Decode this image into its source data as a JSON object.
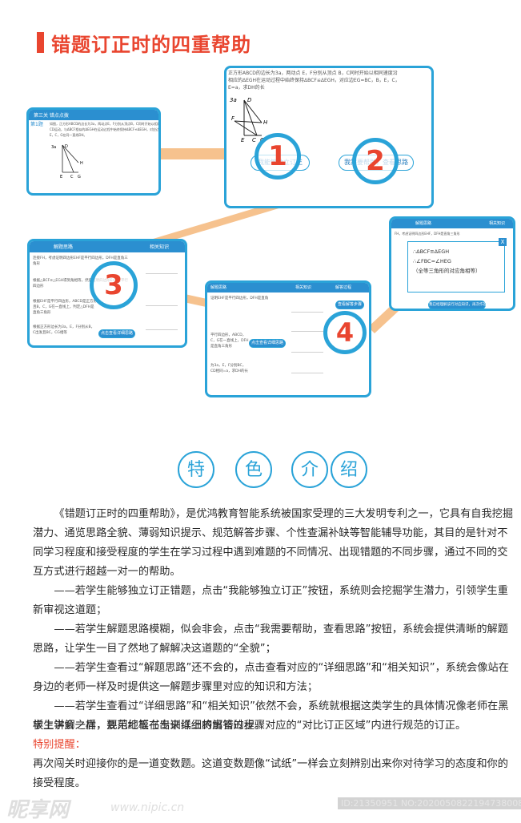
{
  "heading": {
    "title": "错题订正时的四重帮助"
  },
  "screen_main": {
    "problem_line1": "正方形ABCD的边长为3a，两动点 E，F分别从顶点 B，C同时开始以相同速度沿",
    "problem_line2": "相应的ΔEGH在运动过程中始终保持ΔBCF≌ΔEGH，对应边EG=BC，B，E，C，",
    "problem_line3": "E=a，求DH的长",
    "fig_labels": {
      "a3": "3a",
      "d": "D",
      "f": "F",
      "h": "H",
      "e": "E",
      "c": "C",
      "g": "G"
    },
    "btn_self": "我能够独立订正",
    "btn_help": "我需要帮助，查看思路"
  },
  "screen_small": {
    "header": "第三关  错点点拨",
    "tag": "第1题",
    "line1": "如图，正方形ABCD的边长为3a，两动点E，F分别从顶点B，C同时开始以相同速度",
    "line2": "CD运动，与ΔBCF相似的ΔEGH在运动过程中始终保持ΔBCF≌ΔEGH，对应边EG=BC，",
    "line3": "E，C，G在同一直线DH。",
    "fig": {
      "a": "3a",
      "d": "D",
      "h": "H",
      "e": "E",
      "c": "C",
      "g": "G"
    }
  },
  "screen_3": {
    "col1": "解题思路",
    "col2": "相关知识",
    "rows": [
      "连接FH，考虑证明四边形EHF是平行四边形，DFH是直角三角形",
      "根据△BCF≌△EGH得到角相等，然后证明四边形EHF是平行四边形",
      "根据EHF是平行四边形，ABCD是正方形且B，C，G在一直线上，判定△DFH是直角三角形",
      "根据正方形边长为3a，E，F分别从B，C出发且BC，CG相等"
    ],
    "detail_btn": "点击查看详细思路"
  },
  "screen_4": {
    "col1": "解题思路",
    "col2": "相关知识",
    "col3": "解答过程",
    "rows": [
      "证明EHF是平行四边形，DFH是直角",
      "平行四边形，ABCD，C，G在一直线上，DFH是直角三角形",
      "为3a，E，F分别BC，CD相同=a，求DH的长"
    ],
    "detail_btn": "点击查看详细思路",
    "steps_btn": "查看解答步骤"
  },
  "screen_5": {
    "col1": "解题思路",
    "col2": "相关知识",
    "line": "FH，考虑证明四边形EHF，DFH是直角三角形",
    "popup_line1": "∴ΔBCF≌ΔEGH",
    "popup_line2": "∴∠FBC=∠HEG",
    "popup_line3": "（全等三角形的对应角相等）",
    "close": "X",
    "bottom_btn": "我已经理解该行对应知识，再次作答"
  },
  "badges": [
    "1",
    "2",
    "3",
    "4"
  ],
  "feature_title": [
    "特",
    "色",
    "介",
    "绍"
  ],
  "intro": {
    "p1": "《错题订正时的四重帮助》，是优鸿教育智能系统被国家受理的三大发明专利之一，它具有自我挖掘潜力、通览思路全貌、薄弱知识提示、规范解答步骤、个性查漏补缺等智能辅导功能，其目的是针对不同学习程度和接受程度的学生在学习过程中遇到难题的不同情况、出现错题的不同步骤，通过不同的交互方式进行超越一对一的帮助。",
    "p2": "——若学生能够独立订正错题，点击“我能够独立订正”按钮，系统则会挖掘学生潜力，引领学生重新审视这道题；",
    "p3": "——若学生解题思路模糊，似会非会，点击“我需要帮助，查看思路”按钮，系统会提供清晰的解题思路，让学生一目了然地了解解决这道题的“全貌”；",
    "p4": "——若学生查看过“解题思路”还不会的，点击查看对应的“详细思路”和“相关知识”，系统会像站在身边的老师一样及时提供这一解题步骤里对应的知识和方法；",
    "p5": "——若学生查看过“详细思路”和“相关知识”依然不会，系统就根据这类学生的具体情况像老师在黑板上讲解一样，规范地板书出来详细的解答过程。",
    "p6": "学生学会之后，要用红笔在专训纸上将出错的步骤对应的“对比订正区域”内进行规范的订正。",
    "note_title": "特别提醒：",
    "note_body": "再次闯关时迎接你的是一道变数题。这道变数题像“试纸”一样会立刻辨别出来你对待学习的态度和你的接受程度。"
  },
  "watermark": {
    "logo": "昵享网",
    "url": "www.nipic.cn",
    "id": "ID:21350951 NO:20200508221947380084"
  },
  "colors": {
    "accent": "#2aa3d8",
    "red": "#e9452f",
    "arrow": "#f6c28e"
  }
}
